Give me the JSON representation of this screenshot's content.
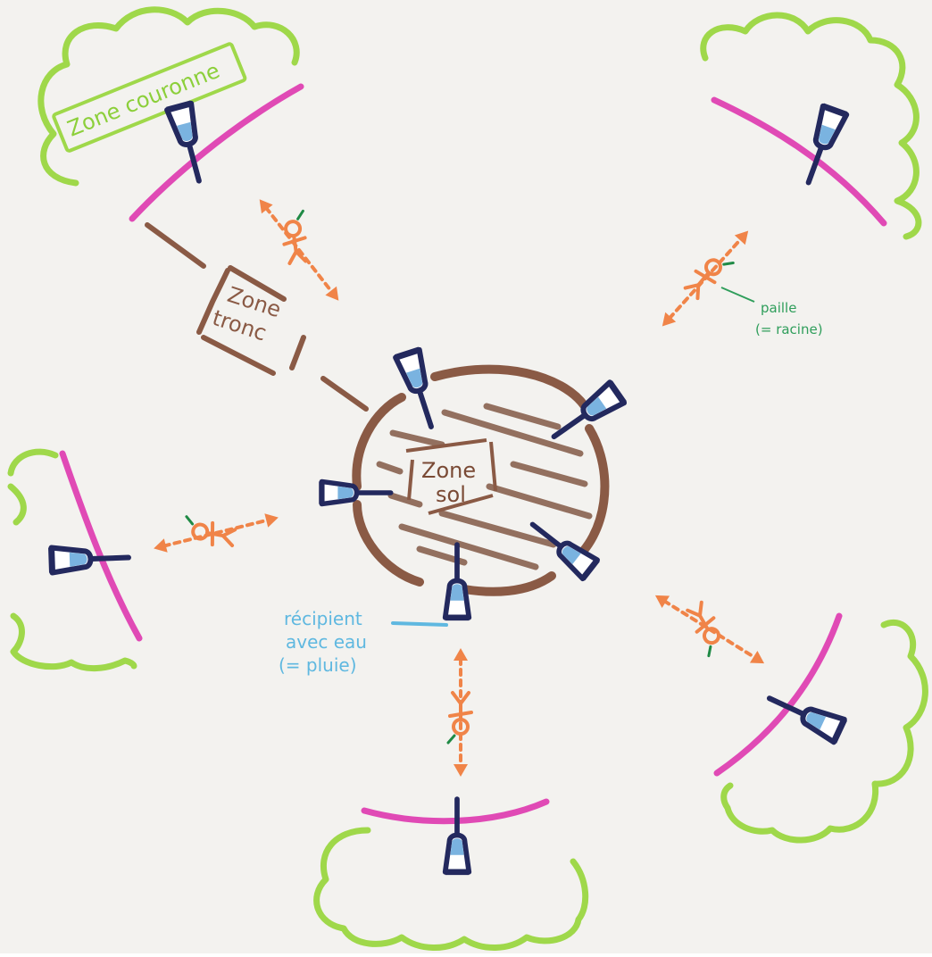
{
  "labels": {
    "zone_couronne": "Zone couronne",
    "zone_tronc_line1": "Zone",
    "zone_tronc_line2": "tronc",
    "zone_sol_line1": "Zone",
    "zone_sol_line2": "sol",
    "paille_line1": "paille",
    "paille_line2": "(= racine)",
    "recipient_line1": "récipient",
    "recipient_line2": "avec eau",
    "recipient_line3": "(= pluie)"
  },
  "colors": {
    "paper": "#f3f2ef",
    "crown_green": "#9fd84a",
    "magenta": "#e04ab5",
    "trunk_brown": "#8a5a45",
    "soil_brown": "#93705f",
    "vessel_navy": "#23295e",
    "vessel_water": "#7ab3e0",
    "person_orange": "#f08448",
    "straw_green": "#1f8a45",
    "label_blue": "#5fb8e0",
    "label_green": "#2f9e5b"
  },
  "arm_count": 5,
  "icons": [
    "vessel-icon",
    "person-icon",
    "straw-icon",
    "double-arrow-icon"
  ]
}
